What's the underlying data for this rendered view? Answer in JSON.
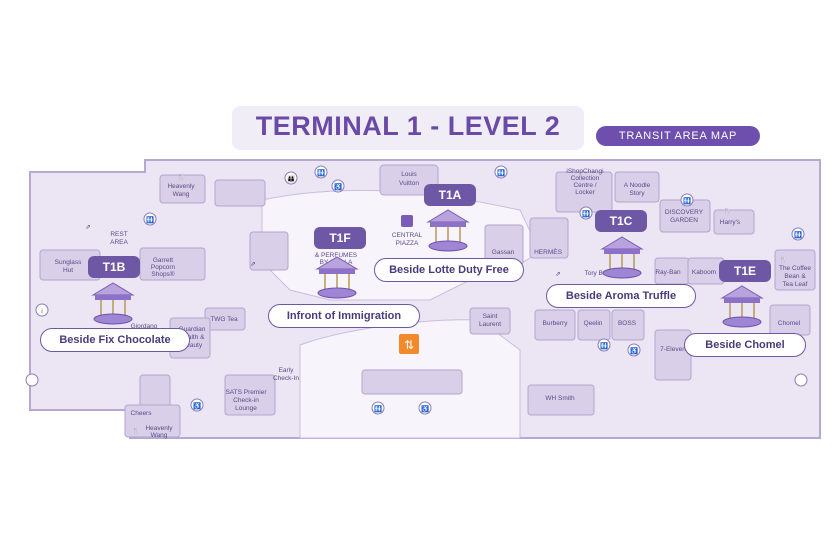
{
  "header": {
    "title": "TERMINAL 1 - LEVEL 2",
    "subtitle": "TRANSIT AREA MAP"
  },
  "colors": {
    "accent": "#6e58a6",
    "floor": "#e9e3f3",
    "block": "#d6cce8",
    "exit": "#f28a2b"
  },
  "gate_tags": [
    "T1A",
    "T1B",
    "T1C",
    "T1E",
    "T1F"
  ],
  "locations": {
    "t1a": "Beside Lotte Duty Free",
    "t1b": "Beside Fix Chocolate",
    "t1c": "Beside Aroma Truffle",
    "t1e": "Beside Chomel",
    "t1f": "Infront of Immigration"
  },
  "stores": {
    "louis_vuitton": [
      "Louis",
      "Vuitton"
    ],
    "heavenly_wang": [
      "Heavenly",
      "Wang"
    ],
    "rest_area": [
      "REST",
      "AREA"
    ],
    "sunglass_hut": [
      "Sunglass",
      "Hut"
    ],
    "garrett": [
      "Garrett",
      "Popcorn",
      "Shops®"
    ],
    "central_piazza": [
      "CENTRAL",
      "PIAZZA"
    ],
    "gassan": "Gassan",
    "hermes": "HERMÈS",
    "ishopchangi": [
      "iShopChangi",
      "Collection",
      "Centre /",
      "Locker"
    ],
    "a_noodle_story": [
      "A Noodle",
      "Story"
    ],
    "discovery_garden": [
      "DISCOVERY",
      "GARDEN"
    ],
    "harrys": "Harry's",
    "tory_burch": "Tory Burch",
    "ray_ban": "Ray-Ban",
    "kaboom": "Kaboom",
    "coffee_bean": [
      "The Coffee",
      "Bean &",
      "Tea Leaf"
    ],
    "twg_tea": "TWG Tea",
    "giordano": "Giordano",
    "guardian": [
      "Guardian",
      "Health &",
      "Beauty"
    ],
    "early_checkin": [
      "Early",
      "Check-In"
    ],
    "sats_lounge": [
      "SATS Premier",
      "Check-in",
      "Lounge"
    ],
    "saint_laurent": [
      "Saint",
      "Laurent"
    ],
    "burberry": "Burberry",
    "qeelin": "Qeelin",
    "boss": "BOSS",
    "chomel": "Chomel",
    "seven_eleven": "7-Eleven",
    "wh_smith": "WH Smith",
    "cheers": "Cheers",
    "heavenly_wang_2": [
      "Heavenly",
      "Wang"
    ],
    "perfumes_t1f": [
      "& PERFUMES",
      "BY SHILLA"
    ]
  }
}
